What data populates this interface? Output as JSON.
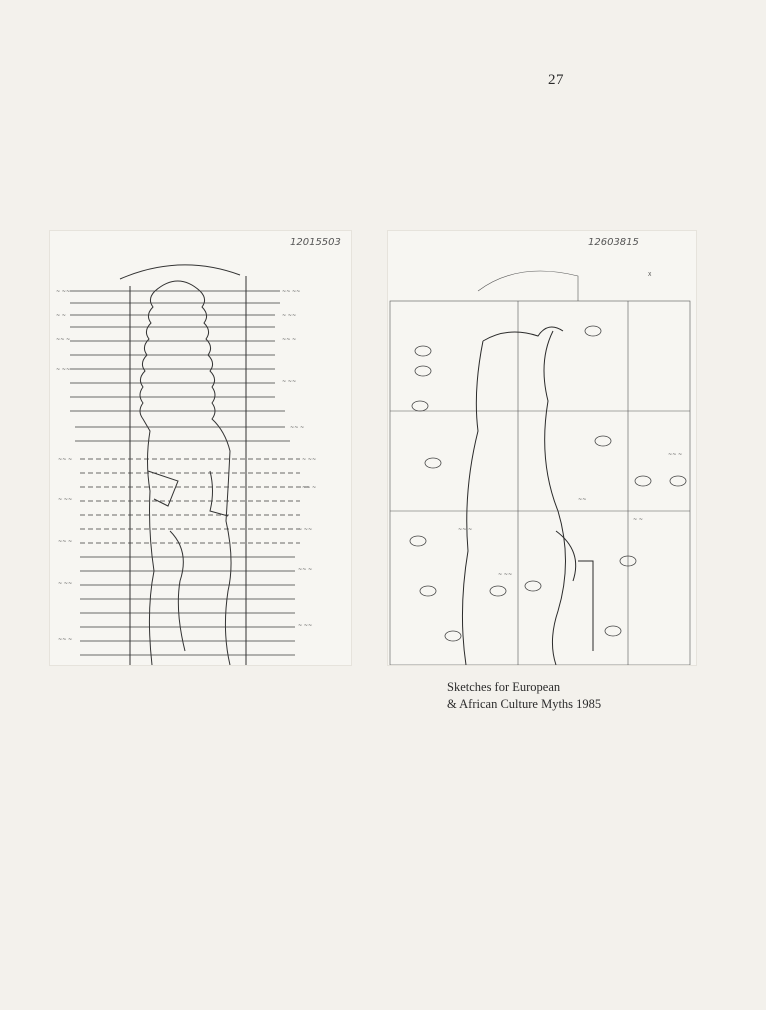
{
  "page_number": "27",
  "figure": {
    "left_sketch_id": "12015503",
    "right_sketch_id": "12603815",
    "caption_line1": "Sketches for European",
    "caption_line2": "& African Culture Myths 1985"
  }
}
